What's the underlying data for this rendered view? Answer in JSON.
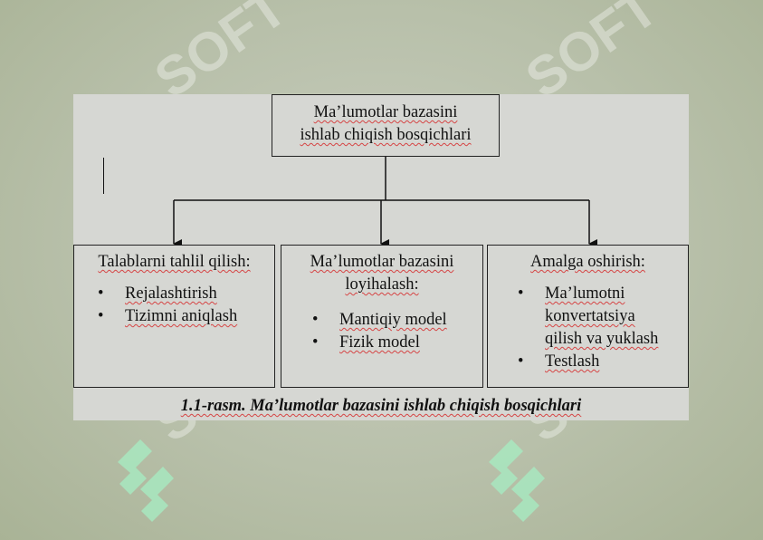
{
  "diagram": {
    "root": {
      "line1": "Ma’lumotlar bazasini",
      "line2": "ishlab chiqish bosqichlari"
    },
    "stages": [
      {
        "title": "Talablarni tahlil qilish:",
        "items": [
          "Rejalashtirish",
          "Tizimni aniqlash"
        ]
      },
      {
        "title_line1": "Ma’lumotlar bazasini",
        "title_line2": "loyihalash:",
        "items": [
          "Mantiqiy model",
          "Fizik model"
        ]
      },
      {
        "title": "Amalga oshirish:",
        "items": [
          "Ma’lumotni",
          "konvertatsiya",
          "qilish va yuklash",
          "Testlash"
        ]
      }
    ],
    "caption": "1.1-rasm. Ma’lumotlar bazasini ishlab chiqish bosqichlari"
  },
  "watermark": {
    "text": "SOFT",
    "color": "#a8e8c0"
  },
  "colors": {
    "sheet": "#d6d7d3",
    "spellcheck": "#d64545"
  }
}
